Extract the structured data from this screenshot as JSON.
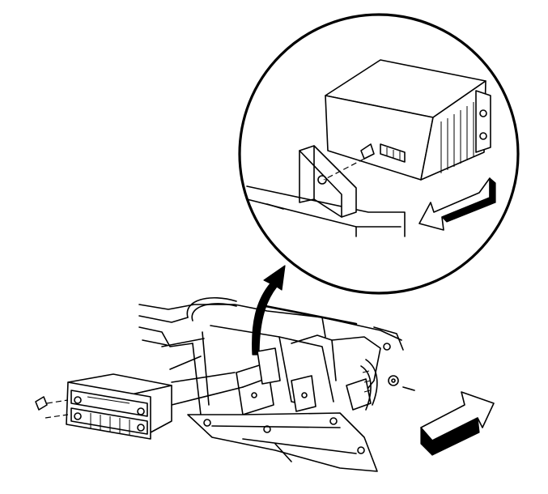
{
  "figure": {
    "elements": [
      "detail-magnifier-circle",
      "radio-chassis-closeup",
      "mounting-bracket",
      "retaining-screw",
      "removal-direction-arrow",
      "callout-arrow",
      "instrument-panel-carrier",
      "radio-faceplate-assembly",
      "forward-direction-arrow"
    ],
    "colors": {
      "line": "#000000",
      "background": "#ffffff"
    }
  }
}
